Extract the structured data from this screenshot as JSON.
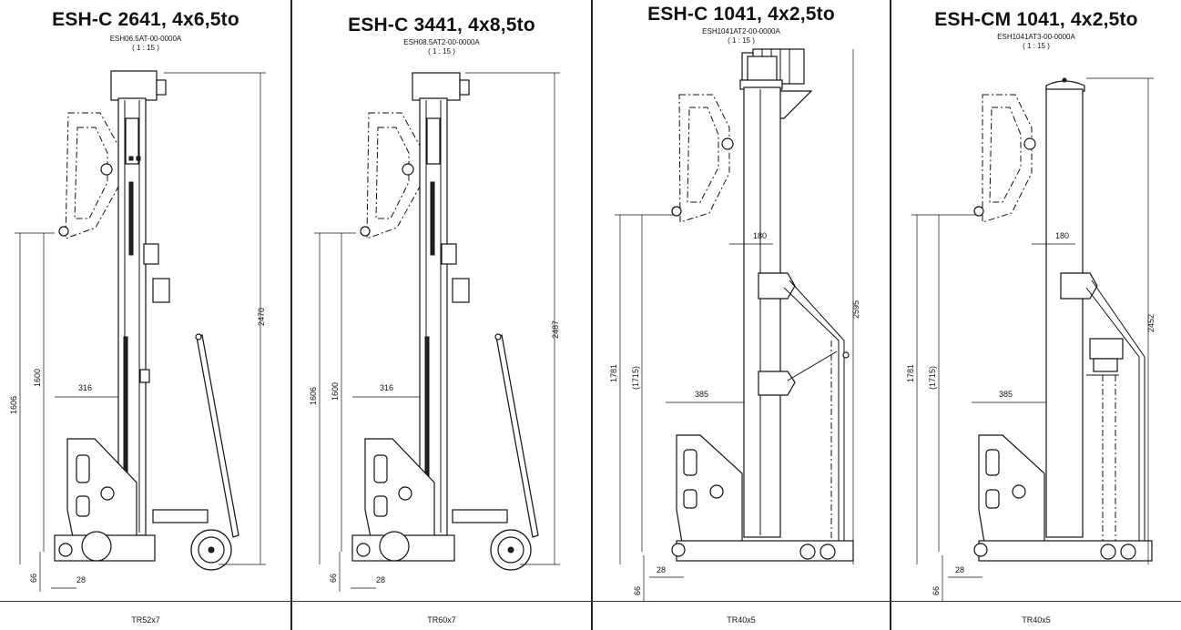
{
  "panels": [
    {
      "title": "ESH-C 2641, 4x6,5to",
      "code": "ESH06.5AT-00-0000A",
      "scale": "( 1 : 15 )",
      "footer": "TR52x7",
      "dims": {
        "height": "2470",
        "h1": "1606",
        "h2": "1600",
        "width": "316",
        "base": "66",
        "small": "28"
      }
    },
    {
      "title": "ESH-C 3441, 4x8,5to",
      "code": "ESH08.5AT2-00-0000A",
      "scale": "( 1 : 15 )",
      "footer": "TR60x7",
      "dims": {
        "height": "2487",
        "h1": "1606",
        "h2": "1600",
        "width": "316",
        "base": "66",
        "small": "28"
      }
    },
    {
      "title": "ESH-C 1041, 4x2,5to",
      "code": "ESH1041AT2-00-0000A",
      "scale": "( 1 : 15 )",
      "footer": "TR40x5",
      "dims": {
        "height": "2595",
        "h1": "1781",
        "h2": "(1715)",
        "width": "385",
        "col": "180",
        "base": "66",
        "small": "28"
      }
    },
    {
      "title": "ESH-CM 1041, 4x2,5to",
      "code": "ESH1041AT3-00-0000A",
      "scale": "( 1 : 15 )",
      "footer": "TR40x5",
      "dims": {
        "height": "2452",
        "h1": "1781",
        "h2": "(1715)",
        "width": "385",
        "col": "180",
        "base": "66",
        "small": "28"
      }
    }
  ]
}
